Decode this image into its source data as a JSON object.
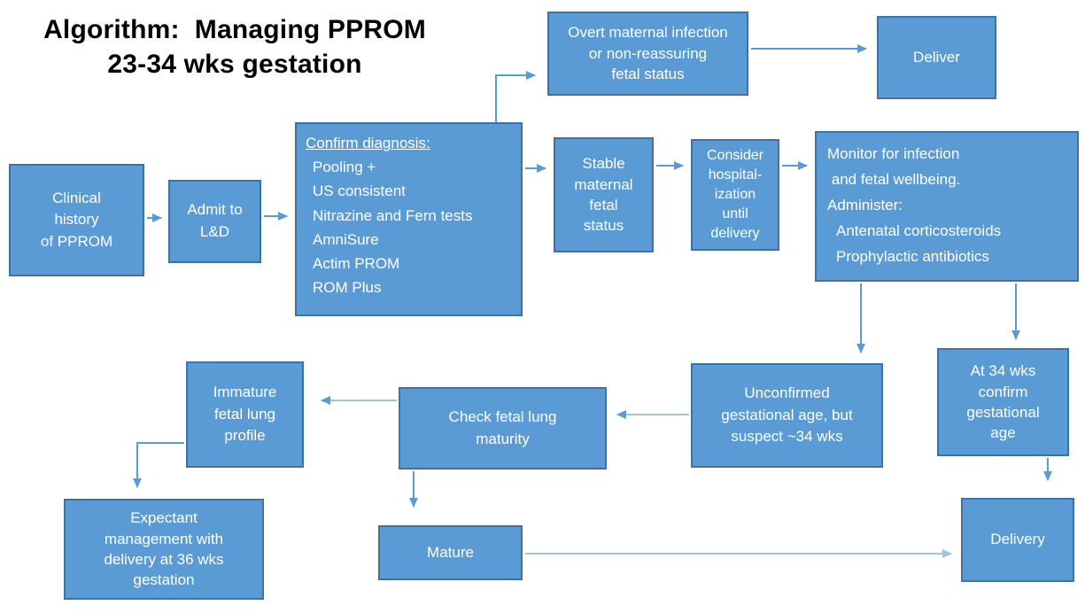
{
  "title": "Algorithm:  Managing PPROM\n23-34 wks gestation",
  "colors": {
    "box_fill": "#5B9BD5",
    "box_border": "#41719C",
    "box_text": "#FFFFFF",
    "arrow": "#5B9BD5",
    "arrow_light": "#9DC3E6",
    "title_text": "#000000",
    "background": "#FFFFFF"
  },
  "nodes": {
    "clinical_history": {
      "label": "Clinical\nhistory\nof PPROM"
    },
    "admit": {
      "label": "Admit to\nL&D"
    },
    "confirm_diagnosis": {
      "header": "Confirm diagnosis:",
      "items": [
        "Pooling +",
        "US consistent",
        "Nitrazine and Fern tests",
        "AmniSure",
        "Actim PROM",
        "ROM Plus"
      ]
    },
    "overt_infection": {
      "label": "Overt maternal infection\nor non-reassuring\nfetal status"
    },
    "deliver": {
      "label": "Deliver"
    },
    "stable_status": {
      "label": "Stable\nmaternal\nfetal\nstatus"
    },
    "consider_hospitalization": {
      "label": "Consider\nhospital-\nization\nuntil\ndelivery"
    },
    "monitor": {
      "intro": "Monitor for infection\n and fetal wellbeing.\nAdminister:",
      "items": [
        "Antenatal corticosteroids",
        "Prophylactic antibiotics"
      ]
    },
    "unconfirmed_age": {
      "label": "Unconfirmed\ngestational age, but\nsuspect ~34 wks"
    },
    "at_34_wks": {
      "label": "At 34 wks\nconfirm\ngestational\nage"
    },
    "check_lung_maturity": {
      "label": "Check fetal lung\nmaturity"
    },
    "immature_profile": {
      "label": "Immature\nfetal lung\nprofile"
    },
    "expectant_management": {
      "label": "Expectant\nmanagement with\ndelivery at 36 wks\ngestation"
    },
    "mature": {
      "label": "Mature"
    },
    "delivery": {
      "label": "Delivery"
    }
  }
}
